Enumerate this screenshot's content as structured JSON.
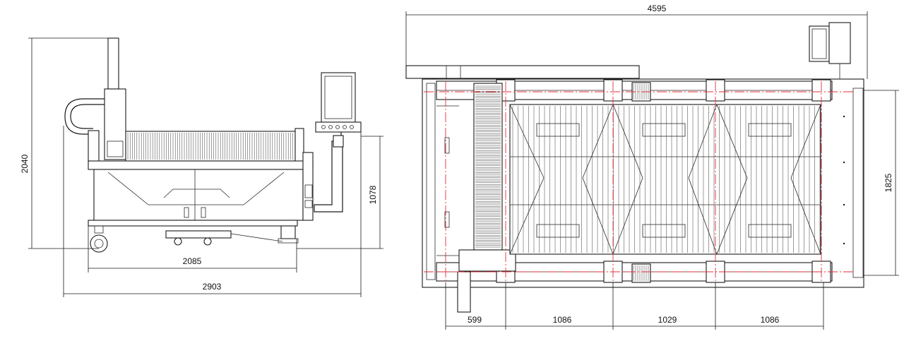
{
  "side_view": {
    "dimensions": {
      "overall_height": "2040",
      "table_height": "1078",
      "base_width": "2085",
      "overall_width": "2903"
    }
  },
  "top_view": {
    "dimensions": {
      "overall_length": "4595",
      "overall_width": "1825",
      "segments": [
        "599",
        "1086",
        "1029",
        "1086"
      ]
    }
  },
  "colors": {
    "line": "#1a1a1a",
    "centerline": "#e0303a",
    "background": "#ffffff"
  }
}
